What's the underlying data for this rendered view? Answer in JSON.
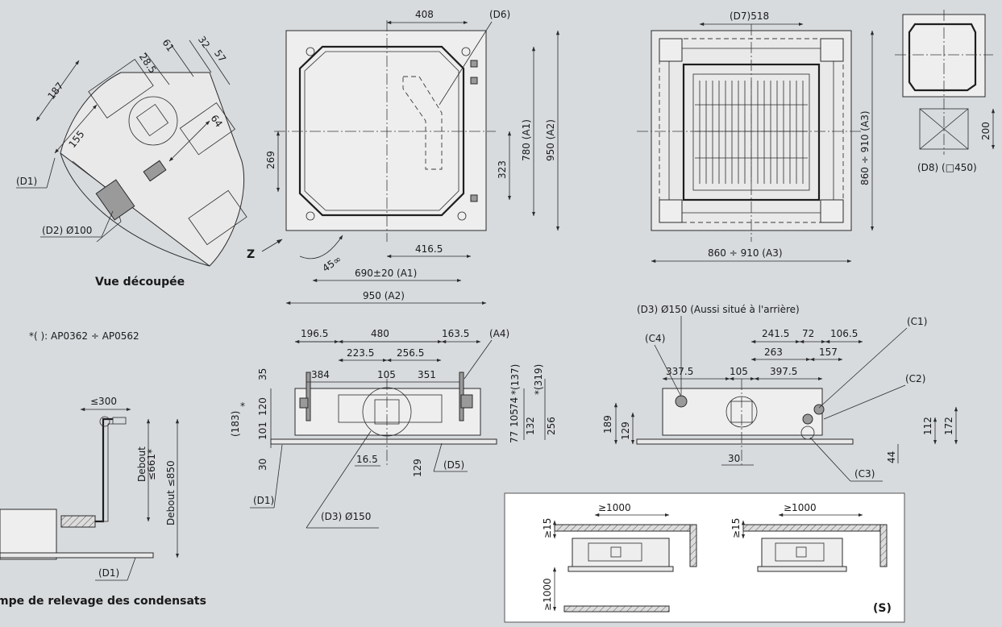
{
  "view_z": {
    "d1": "(D1)",
    "d2": "(D2) Ø100",
    "dim_187": "187",
    "dim_155": "155",
    "dim_28_5": "28.5",
    "dim_61": "61",
    "dim_32": "32",
    "dim_57": "57",
    "dim_64": "64",
    "caption": "Vue découpée"
  },
  "top_view": {
    "dim_408": "408",
    "d6": "(D6)",
    "dim_269": "269",
    "dim_323": "323",
    "dim_780": "780 (A1)",
    "dim_950_v": "950 (A2)",
    "dim_416_5": "416.5",
    "angle": "45∞",
    "dim_690": "690±20 (A1)",
    "dim_950_h": "950 (A2)",
    "z_label": "Z"
  },
  "panel_view": {
    "d7": "(D7)518",
    "dim_v": "860 ÷ 910 (A3)",
    "dim_h": "860 ÷ 910 (A3)"
  },
  "small_view": {
    "dim_200": "200",
    "d8": "(D8) (□450)"
  },
  "note": "*( ): AP0362 ÷ AP0562",
  "front_view": {
    "dim_196_5": "196.5",
    "dim_480": "480",
    "dim_163_5": "163.5",
    "a4": "(A4)",
    "dim_223_5": "223.5",
    "dim_256_5": "256.5",
    "dim_384": "384",
    "dim_105": "105",
    "dim_351": "351",
    "dim_137": "*(137)",
    "dim_319": "*(319)",
    "dim_35": "35",
    "dim_183": "(183)",
    "star": "*",
    "dim_120": "120",
    "dim_101": "101",
    "dim_30": "30",
    "dim_74": "74",
    "dim_105b": "105",
    "dim_77": "77",
    "dim_132": "132",
    "dim_256": "256",
    "dim_16_5": "16.5",
    "dim_129": "129",
    "d5": "(D5)",
    "d1": "(D1)",
    "d3": "(D3) Ø150"
  },
  "side_view": {
    "d3_top": "(D3) Ø150 (Aussi situé à l'arrière)",
    "c1": "(C1)",
    "c4": "(C4)",
    "dim_241_5": "241.5",
    "dim_72": "72",
    "dim_106_5": "106.5",
    "dim_263": "263",
    "dim_157": "157",
    "dim_337_5": "337.5",
    "dim_105": "105",
    "dim_397_5": "397.5",
    "c2": "(C2)",
    "dim_189": "189",
    "dim_129": "129",
    "dim_112": "112",
    "dim_172": "172",
    "dim_30": "30",
    "dim_44": "44",
    "c3": "(C3)"
  },
  "pump_view": {
    "dim_300": "≤300",
    "debout_661_a": "Debout",
    "debout_661_b": "≤661*",
    "debout_850": "Debout ≤850",
    "d1": "(D1)",
    "caption": "mpe de relevage des condensats"
  },
  "clearance": {
    "dim_1000_a": "≥1000",
    "dim_1000_b": "≥1000",
    "dim_15_a": "≥15",
    "dim_15_b": "≥15",
    "dim_1000_v": "≥1000",
    "s_label": "(S)"
  }
}
